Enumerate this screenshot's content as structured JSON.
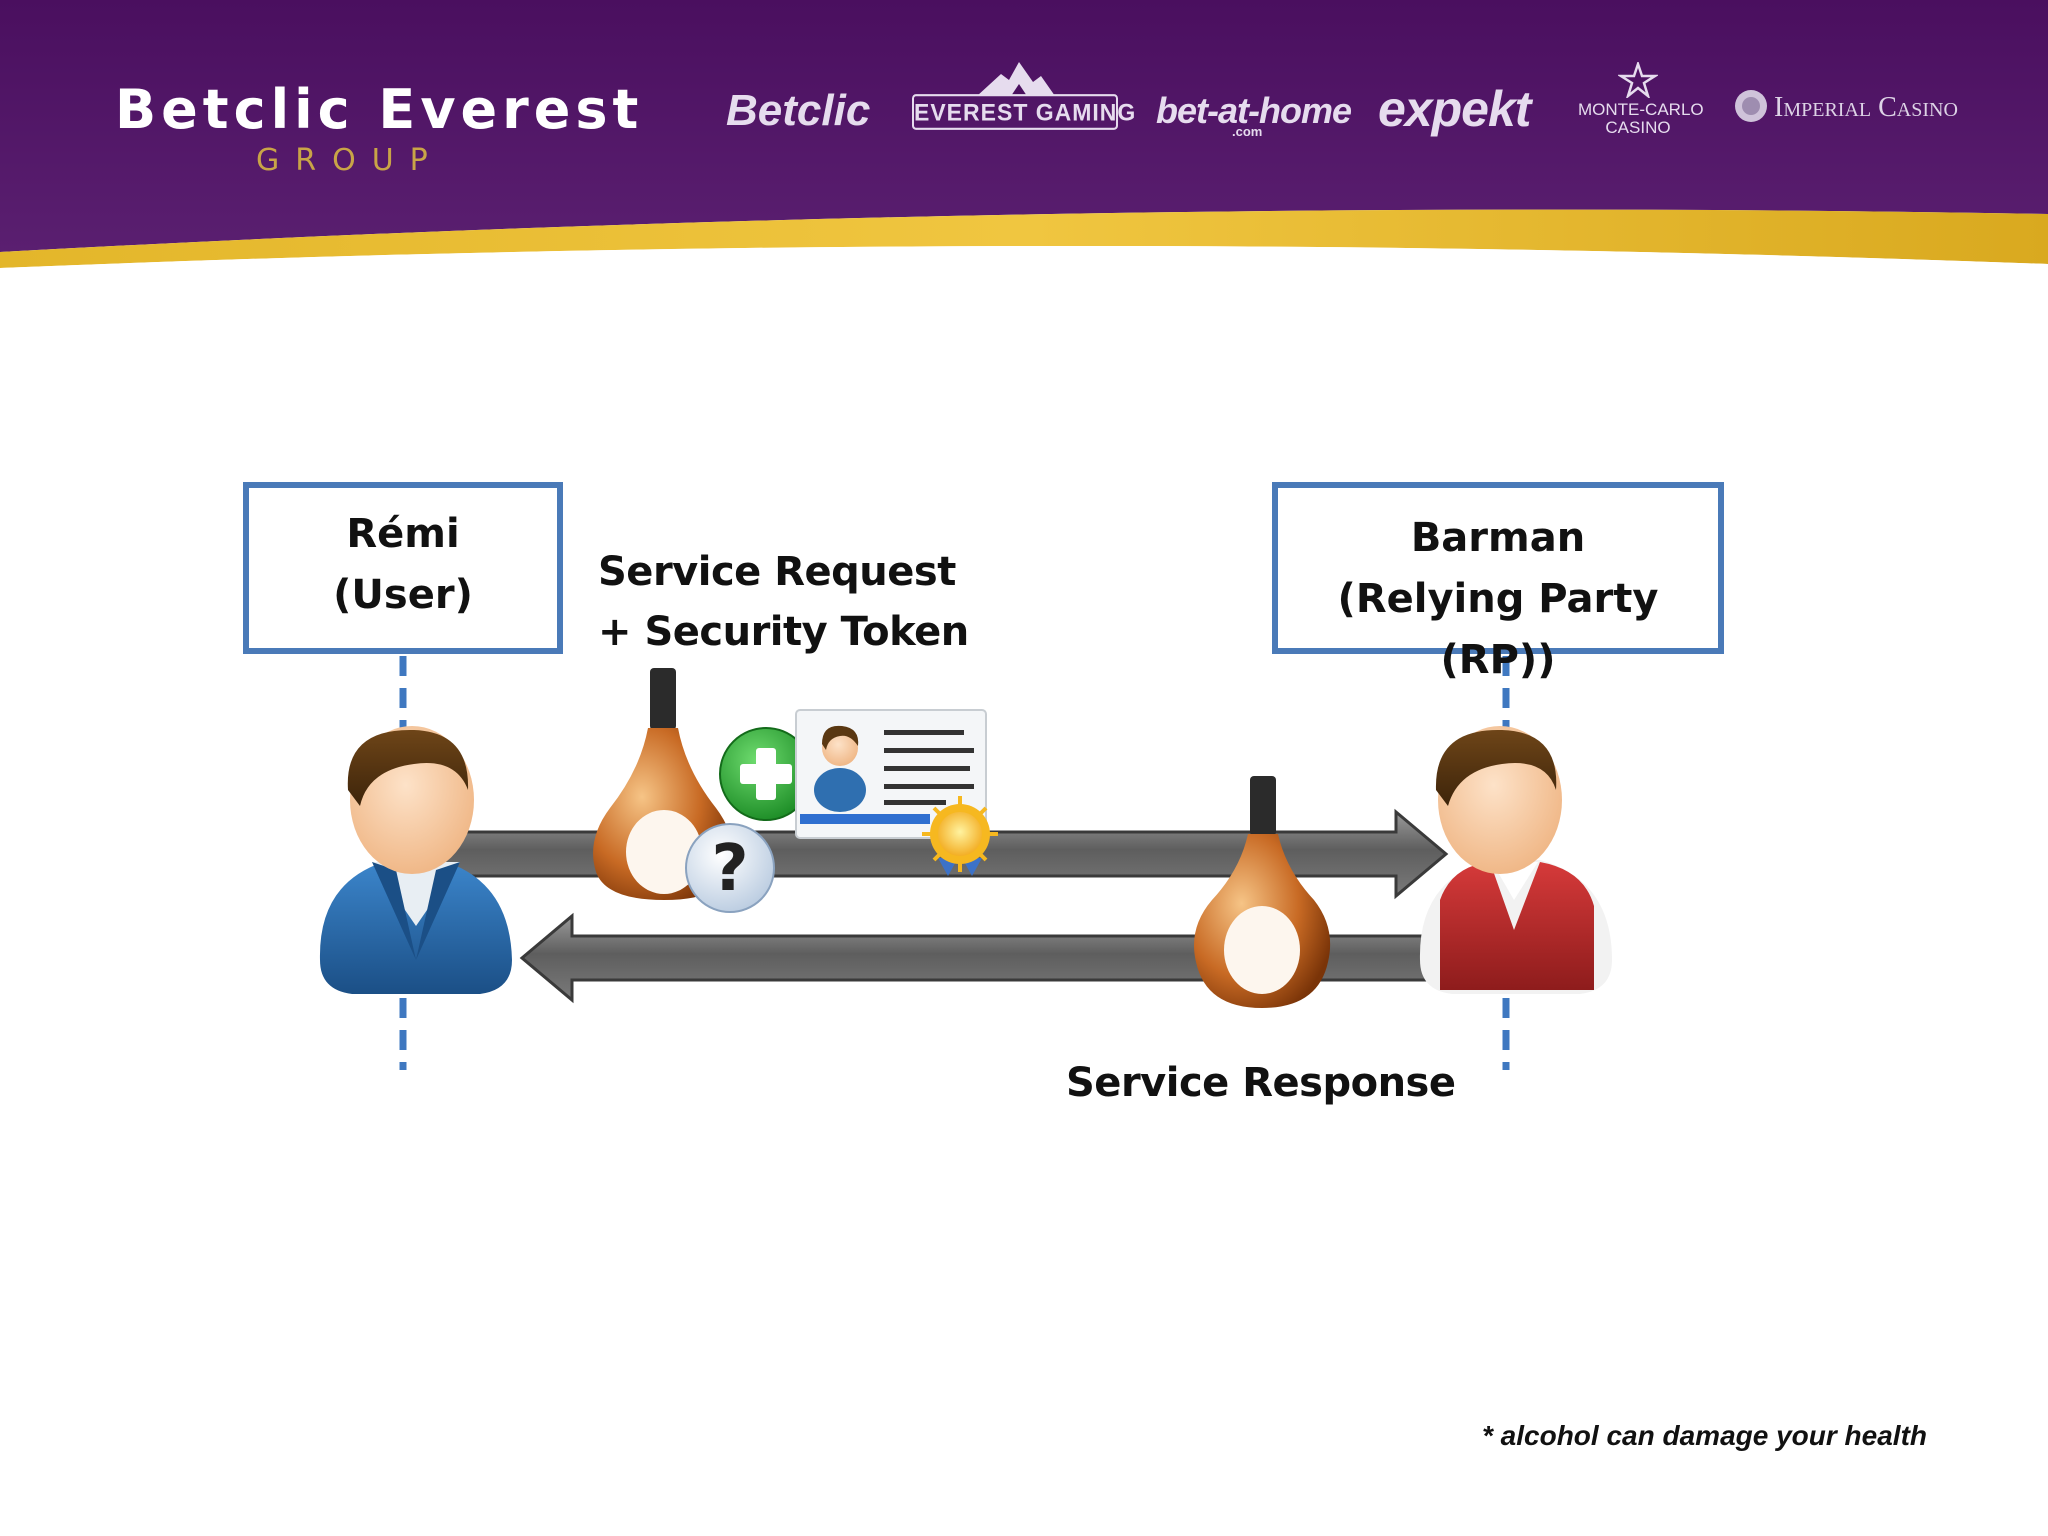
{
  "header": {
    "brand_title": "Betclic Everest",
    "brand_subtitle": "GROUP",
    "logos": {
      "betclic": "Betclic",
      "everest_gaming": "EVEREST GAMING",
      "bet_at_home": "bet-at-home",
      "bet_at_home_suffix": ".com",
      "expekt": "expekt",
      "monte_carlo_line1": "MONTE-CARLO",
      "monte_carlo_line2": "CASINO",
      "imperial_casino": "Imperial Casino"
    }
  },
  "diagram": {
    "user_box": {
      "line1": "Rémi",
      "line2": "(User)"
    },
    "rp_box": {
      "line1": "Barman",
      "line2": "(Relying Party (RP))"
    },
    "request_label": {
      "line1": "Service Request",
      "line2": "+ Security Token"
    },
    "response_label": "Service Response"
  },
  "footnote": "* alcohol can damage your health",
  "colors": {
    "header_purple_dark": "#3d0a4f",
    "header_purple": "#521a66",
    "gold": "#d9ad23",
    "box_border": "#4a7ab8",
    "arrow_gray": "#6b6b6b",
    "user_shirt": "#2f6fb0",
    "barman_vest": "#c1272d"
  }
}
